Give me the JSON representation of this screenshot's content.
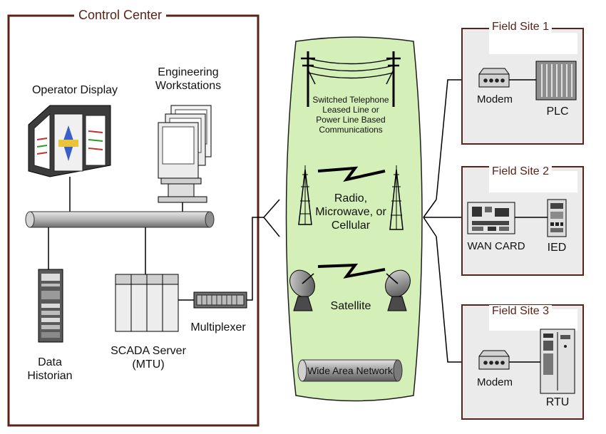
{
  "control_center": {
    "title": "Control Center",
    "operator_display": "Operator Display",
    "engineering_workstations": [
      "Engineering",
      "Workstations"
    ],
    "data_historian": [
      "Data",
      "Historian"
    ],
    "scada_server": [
      "SCADA Server",
      "(MTU)"
    ],
    "multiplexer": "Multiplexer"
  },
  "wan": {
    "switched": [
      "Switched Telephone",
      "Leased Line or",
      "Power Line Based",
      "Communications"
    ],
    "radio": [
      "Radio,",
      "Microwave, or",
      "Cellular"
    ],
    "satellite": "Satellite",
    "wide_area_network": "Wide Area Network"
  },
  "field_sites": [
    {
      "title": "Field Site 1",
      "device_left": "Modem",
      "device_right": "PLC"
    },
    {
      "title": "Field Site 2",
      "device_left": "WAN CARD",
      "device_right": "IED"
    },
    {
      "title": "Field Site 3",
      "device_left": "Modem",
      "device_right": "RTU"
    }
  ],
  "colors": {
    "frame": "#5a2218",
    "wan_fill": "#d4f0b8",
    "site_fill": "#ebebeb",
    "bus": "#b8b8b8"
  }
}
